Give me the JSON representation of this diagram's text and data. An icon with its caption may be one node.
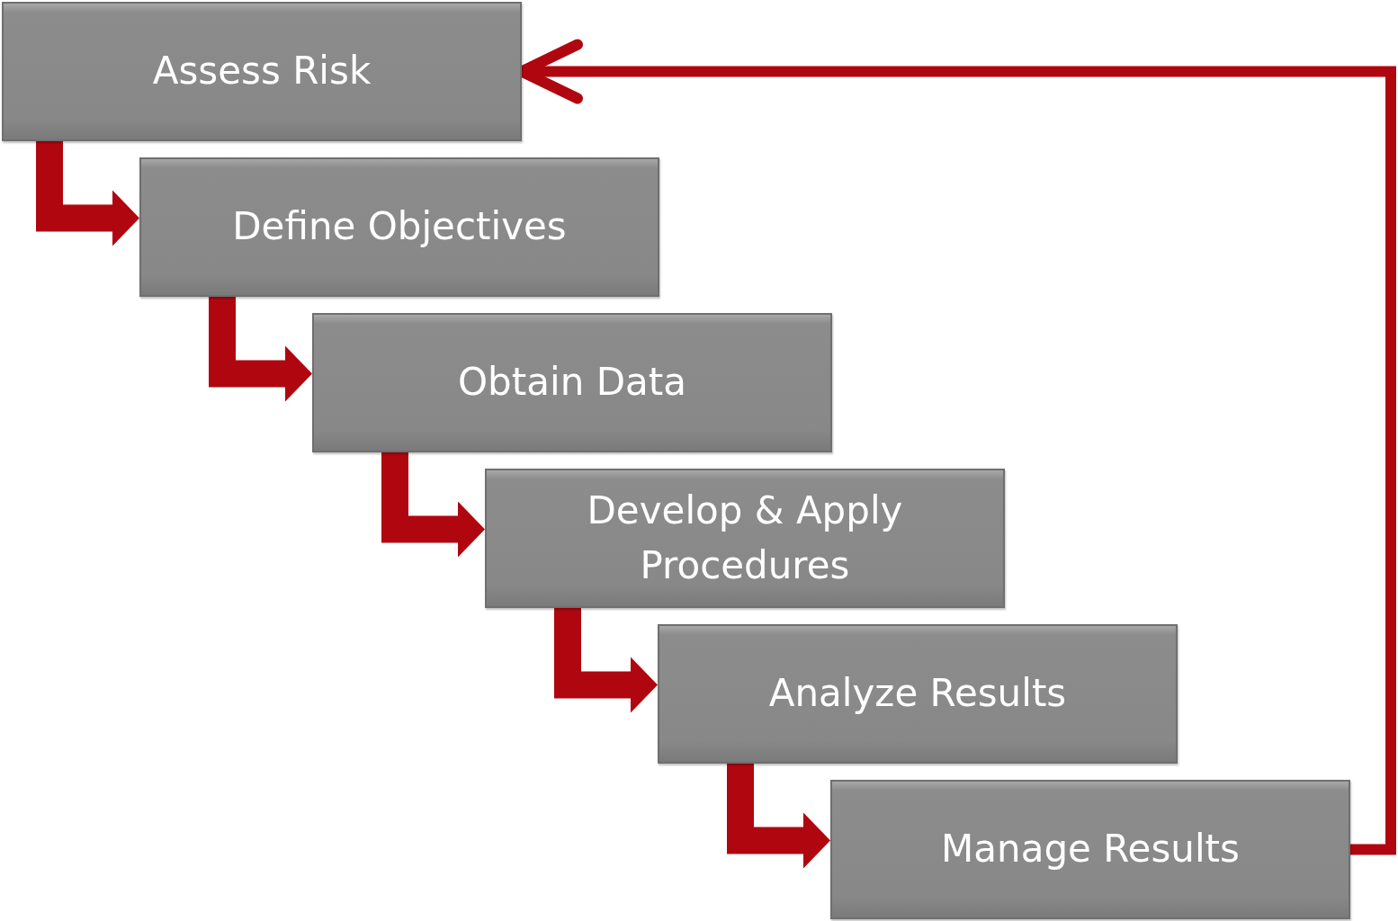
{
  "diagram": {
    "nodes": [
      {
        "text": [
          "Assess Risk"
        ]
      },
      {
        "text": [
          "Define Objectives"
        ]
      },
      {
        "text": [
          "Obtain Data"
        ]
      },
      {
        "text": [
          "Develop & Apply Procedures"
        ]
      },
      {
        "text": [
          "Analyze Results"
        ]
      },
      {
        "text": [
          "Manage Results"
        ]
      }
    ],
    "edges": [
      {
        "from": 0,
        "to": 1,
        "arrow": "to"
      },
      {
        "from": 1,
        "to": 2,
        "arrow": "to"
      },
      {
        "from": 2,
        "to": 3,
        "arrow": "to"
      },
      {
        "from": 3,
        "to": 4,
        "arrow": "to"
      },
      {
        "from": 4,
        "to": 5,
        "arrow": "to"
      },
      {
        "from": 5,
        "to": 0,
        "arrow": "to"
      }
    ]
  }
}
